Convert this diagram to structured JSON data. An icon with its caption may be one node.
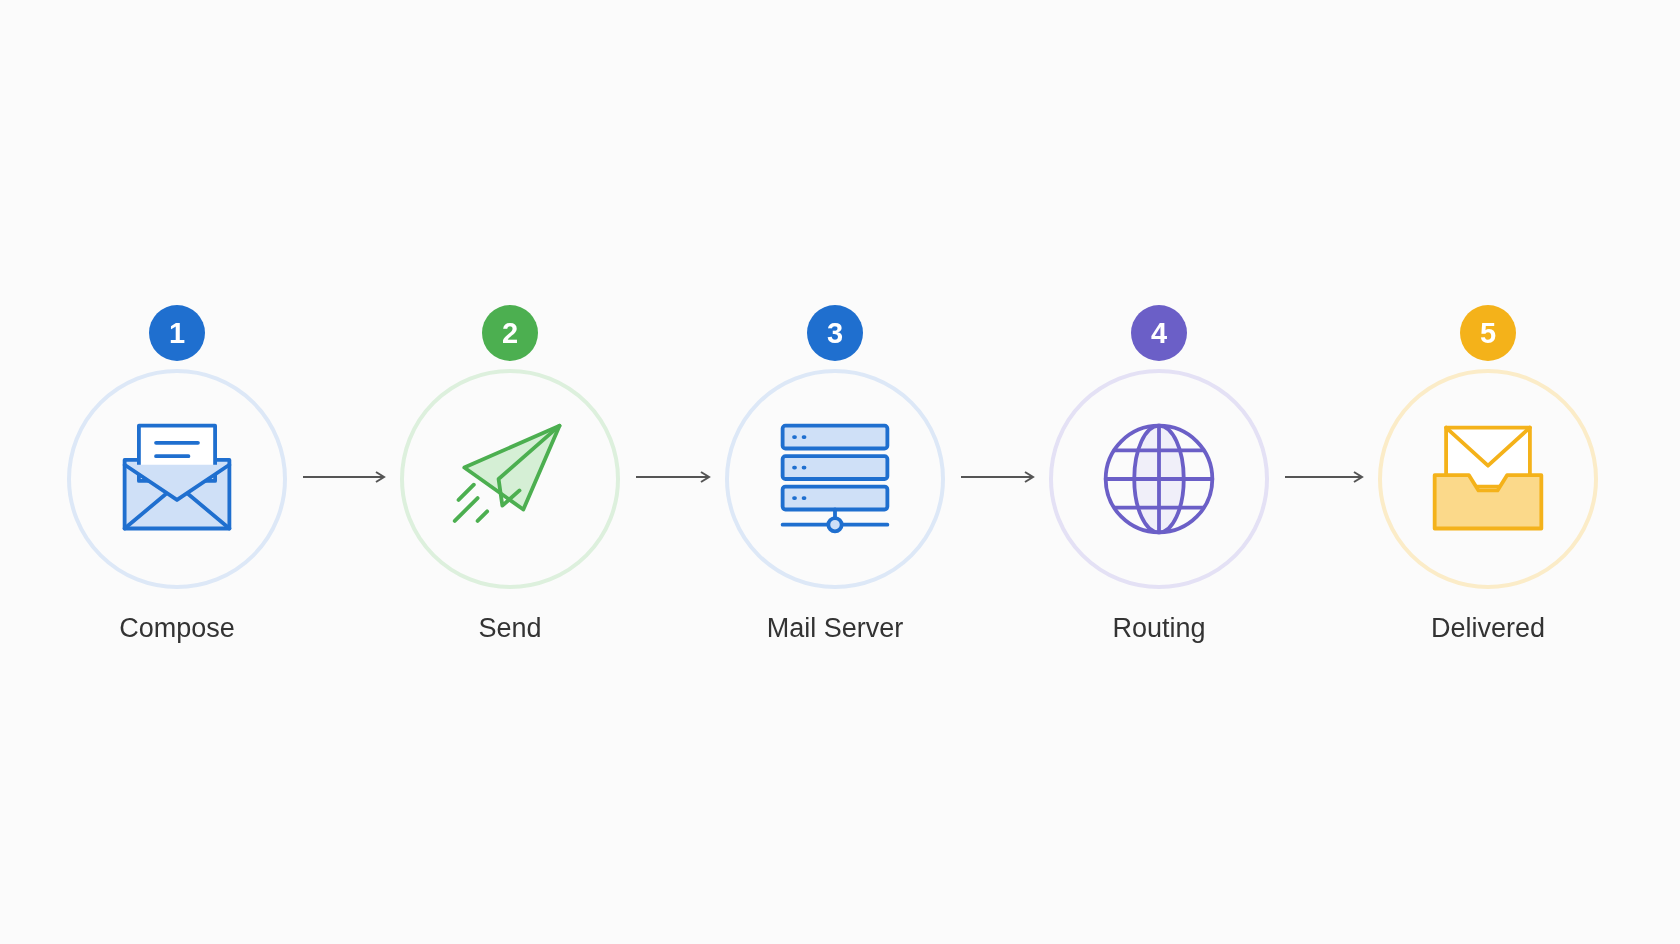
{
  "diagram": {
    "nodes": [
      {
        "text": [
          "1",
          "Compose"
        ]
      },
      {
        "text": [
          "2",
          "Send"
        ]
      },
      {
        "text": [
          "3",
          "Mail Server"
        ]
      },
      {
        "text": [
          "4",
          "Routing"
        ]
      },
      {
        "text": [
          "5",
          "Delivered"
        ]
      }
    ],
    "edges": [
      {
        "from": 0,
        "to": 1,
        "arrow": "to"
      },
      {
        "from": 1,
        "to": 2,
        "arrow": "to"
      },
      {
        "from": 2,
        "to": 3,
        "arrow": "to"
      },
      {
        "from": 3,
        "to": 4,
        "arrow": "to"
      }
    ]
  }
}
